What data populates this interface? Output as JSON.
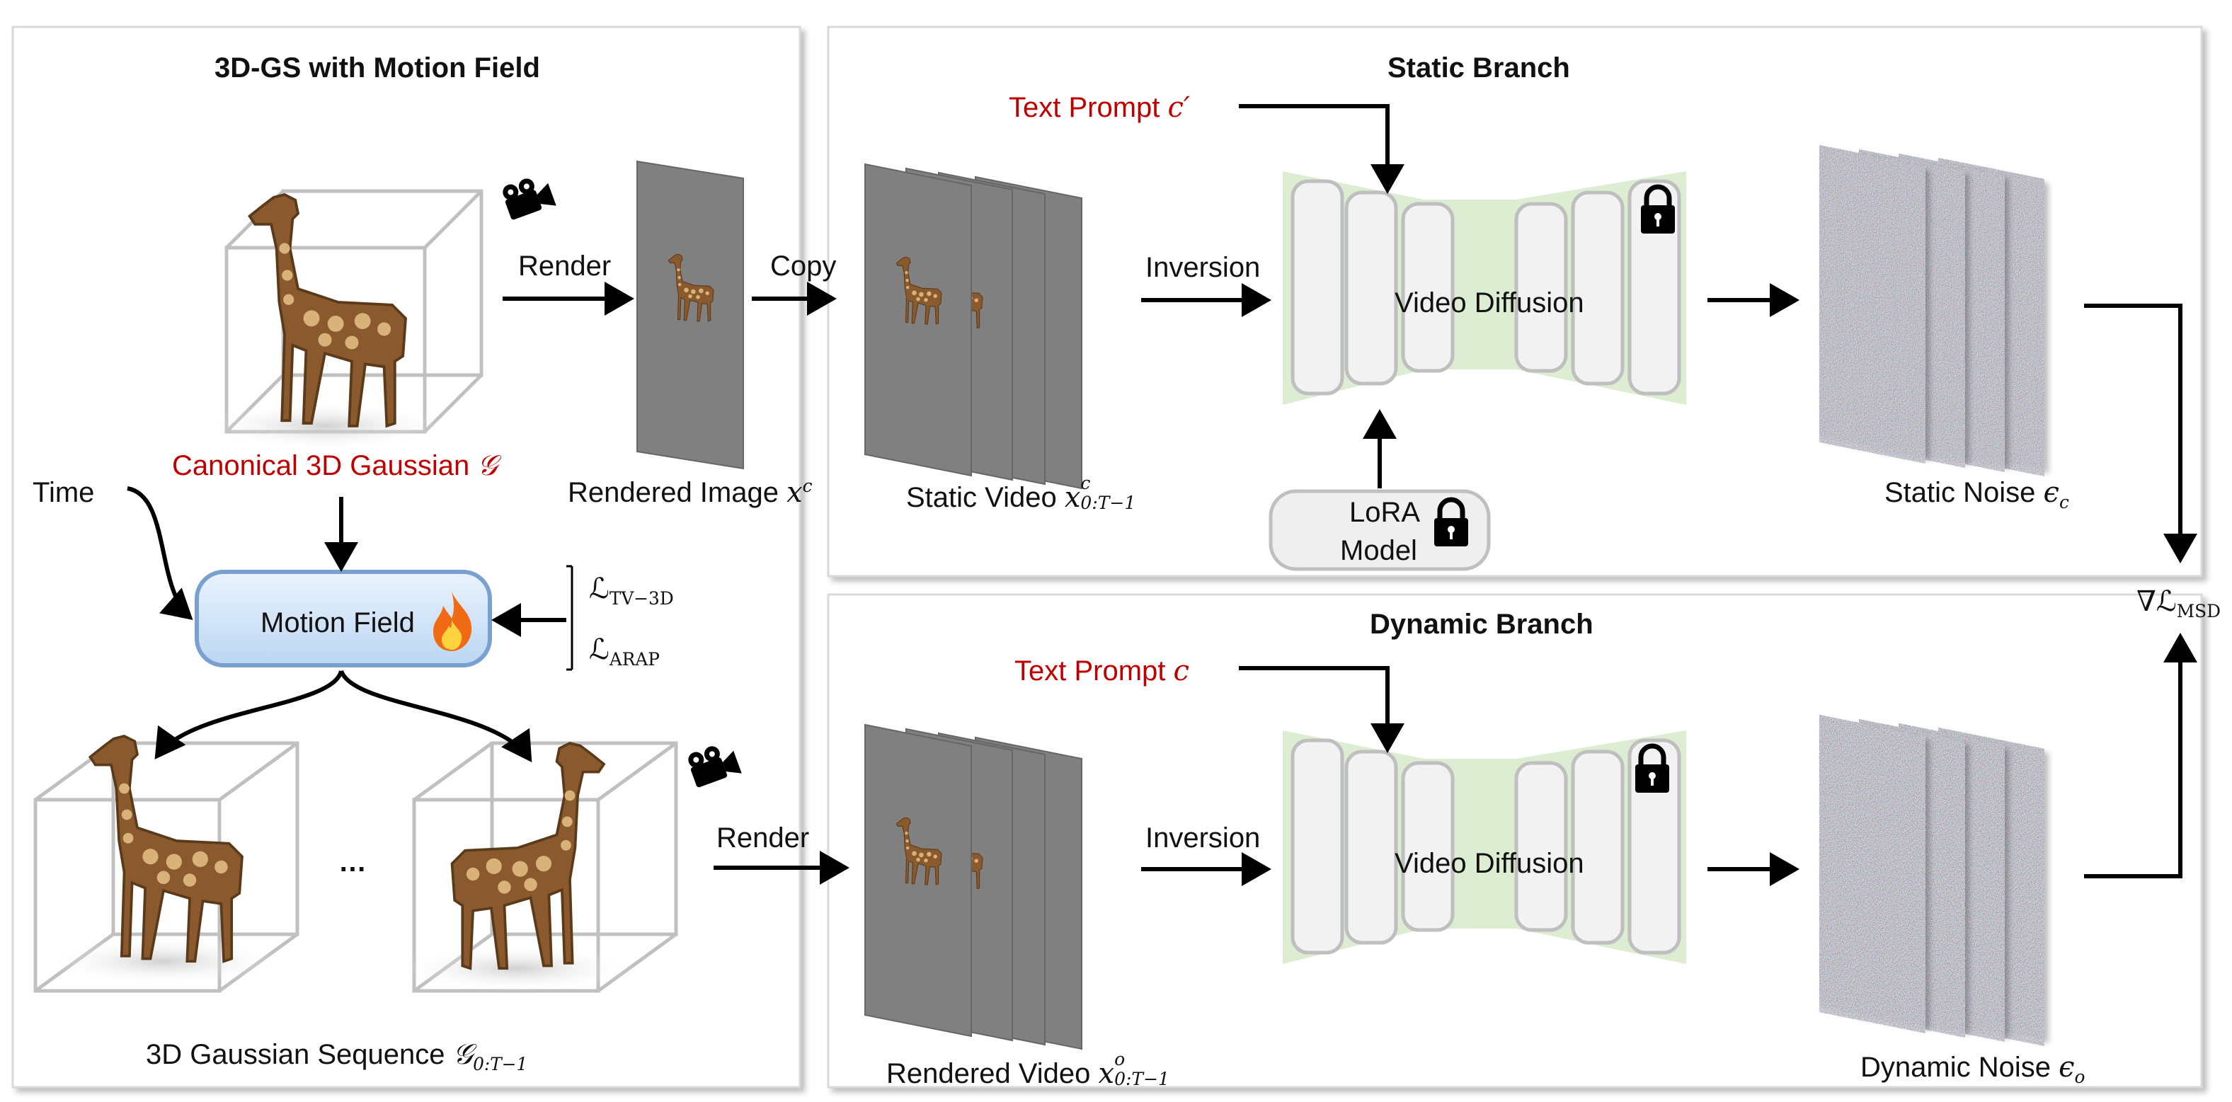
{
  "panels": {
    "left": {
      "title": "3D-GS with Motion Field"
    },
    "static": {
      "title": "Static Branch"
    },
    "dynamic": {
      "title": "Dynamic Branch"
    }
  },
  "left": {
    "render_label": "Render",
    "canonical_label": "Canonical 3D Gaussian",
    "canonical_symbol": "𝒢",
    "time_label": "Time",
    "rendered_image_label": "Rendered Image",
    "rendered_image_symbol": "x",
    "rendered_image_sup": "c",
    "motion_field_label": "Motion Field",
    "loss_tv": {
      "main": "ℒ",
      "sub": "TV−3D"
    },
    "loss_arap": {
      "main": "ℒ",
      "sub": "ARAP"
    },
    "ellipsis": "…",
    "sequence_label": "3D Gaussian Sequence",
    "sequence_symbol": "𝒢",
    "sequence_sub": "0:T−1"
  },
  "static": {
    "copy_label": "Copy",
    "text_prompt_label": "Text Prompt",
    "text_prompt_symbol": "c′",
    "inversion_label": "Inversion",
    "video_diffusion_label": "Video Diffusion",
    "lora_line1": "LoRA",
    "lora_line2": "Model",
    "static_video_label": "Static Video",
    "static_video_symbol": "x",
    "static_video_sup": "c",
    "static_video_sub": "0:T−1",
    "noise_label": "Static Noise",
    "noise_symbol": "ϵ",
    "noise_sub": "c"
  },
  "dynamic": {
    "render_label": "Render",
    "text_prompt_label": "Text Prompt",
    "text_prompt_symbol": "c",
    "inversion_label": "Inversion",
    "video_diffusion_label": "Video Diffusion",
    "rendered_video_label": "Rendered Video",
    "rendered_video_symbol": "x",
    "rendered_video_sup": "o",
    "rendered_video_sub": "0:T−1",
    "noise_label": "Dynamic Noise",
    "noise_symbol": "ϵ",
    "noise_sub": "o"
  },
  "loss": {
    "prefix": "∇ℒ",
    "sub": "MSD"
  },
  "colors": {
    "prompt_red": "#c00000",
    "diffusion_bg": "#dcedd2",
    "motion_field_fill": "#d5e6f8",
    "motion_field_border": "#7aa0d0",
    "frame_gray": "#808080"
  }
}
